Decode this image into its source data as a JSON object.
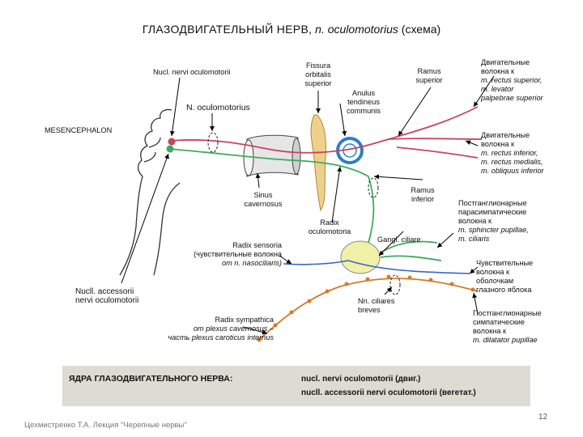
{
  "title": {
    "main": "ГЛАЗОДВИГАТЕЛЬНЫЙ НЕРВ,",
    "latin": "n. oculomotorius",
    "note": "(схема)"
  },
  "labels": {
    "nucl_nervi": "Nucl. nervi oculomotorii",
    "n_oculomotorius": "N. oculomotorius",
    "mesencephalon": "MESENCEPHALON",
    "fissura": [
      "Fissura",
      "orbitalis",
      "superior"
    ],
    "anulus": [
      "Anulus",
      "tendineus",
      "communis"
    ],
    "ramus_superior": [
      "Ramus",
      "superior"
    ],
    "ramus_inferior": [
      "Ramus",
      "inferior"
    ],
    "sinus": [
      "Sinus",
      "cavernosus"
    ],
    "radix_oculomotoria": [
      "Radix",
      "oculomotoria"
    ],
    "gangl_ciliare": "Gangl. ciliare",
    "radix_sensoria": [
      "Radix sensoria",
      "(чувствительные волокна",
      "от n. nasociliaris)"
    ],
    "nucll_accessorii": [
      "Nucll. accessorii",
      "nervi oculomotorii"
    ],
    "nn_ciliares": [
      "Nn. ciliares",
      "breves"
    ],
    "radix_sympathica": [
      "Radix sympathica",
      "от plexus cavernosus –",
      "часть plexus caroticus internus"
    ],
    "motor_sup": [
      "Двигательные",
      "волокна к",
      "m. rectus superior,",
      "m. levator",
      "palpebrae superior"
    ],
    "motor_inf": [
      "Двигательные",
      "волокна к",
      "m. rectus inferior,",
      "m. rectus medialis,",
      "m. obliquus inferior"
    ],
    "postgang_para": [
      "Постганглионарные",
      "парасимпатические",
      "волокна к",
      "m. sphincter pupillae,",
      "m. ciliaris"
    ],
    "sensory": [
      "Чувствительные",
      "волокна к",
      "оболочкам",
      "глазного яблока"
    ],
    "postgang_symp": [
      "Постганглионарные",
      "симпатические",
      "волокна к",
      "m. dilatator pupillae"
    ]
  },
  "nuclei": {
    "heading": "ЯДРА ГЛАЗОДВИГАТЕЛЬНОГО НЕРВА:",
    "line1": "nucl. nervi oculomotorii (двиг.)",
    "line2": "nucll. accessorii nervi oculomotorii (вегетат.)"
  },
  "footer": "Цехмистренко Т.А. Лекция \"Черепные нервы\"",
  "page_number": "12",
  "colors": {
    "motor": "#c8445a",
    "parasympathetic": "#3bab5e",
    "sensory": "#3a66c4",
    "sympathetic": "#d5792a",
    "ganglion": "#f0f0a8",
    "anulus": "#2a7fc9",
    "fissure": "#e8c26a"
  }
}
